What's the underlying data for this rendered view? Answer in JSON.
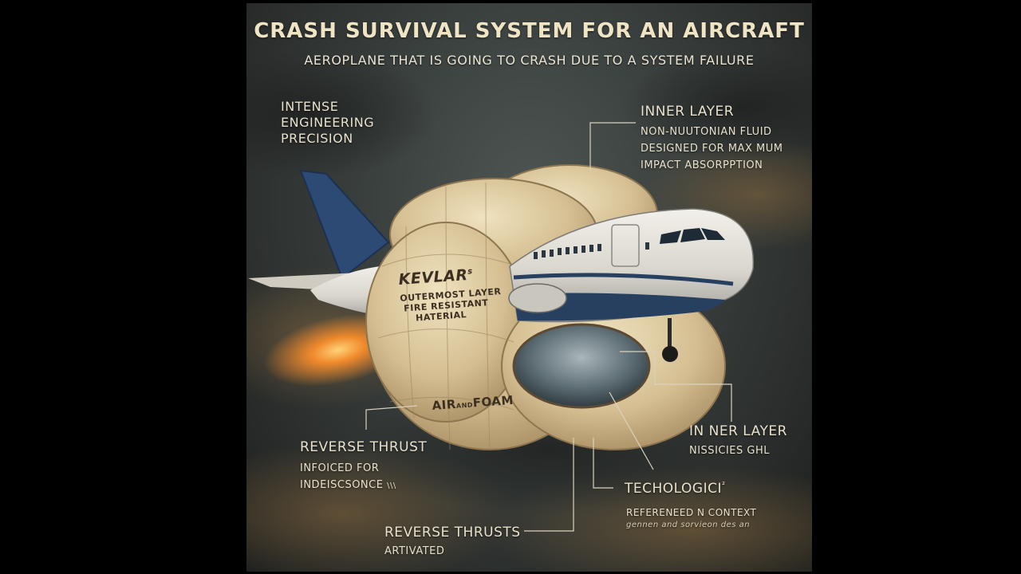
{
  "title": "CRASH SURVIVAL SYSTEM FOR AN AIRCRAFT",
  "subtitle": "AEROPLANE THAT IS GOING TO CRASH DUE TO A SYSTEM FAILURE",
  "labels": {
    "intense": [
      "INTENSE",
      "ENGINEERING",
      "PRECISION"
    ],
    "inner_top": {
      "heading": "INNER LAYER",
      "lines": [
        "NON-NUUTONIAN FLUID",
        "DESIGNED FOR MAX MUM",
        "IMPACT ABSORPPTION"
      ]
    },
    "kevlar": {
      "heading": "KEVLAR",
      "mark": "s",
      "lines": [
        "OUTERMOST LAYER",
        "FIRE RESISTANT",
        "HATERIAL"
      ]
    },
    "air_foam": {
      "left": "AIR",
      "middle": "AND",
      "right": "FOAM"
    },
    "inner_right": {
      "heading": "IN NER LAYER",
      "line": "NISSICIES GHL"
    },
    "reverse_thrust": {
      "heading": "REVERSE THRUST",
      "lines": [
        "INFOICED FOR",
        "INDEISCSONCE"
      ],
      "mark": "\\\\\\"
    },
    "technologic": {
      "heading": "TECHOLOGICI",
      "mark": "²"
    },
    "referenced": {
      "heading": "REFERENEED N CONTEXT",
      "line": "gennen and sorvieon des an"
    },
    "reverse_thrusts": {
      "heading": "REVERSE THRUSTS",
      "line": "ARTIVATED"
    }
  },
  "colors": {
    "background": "#000000",
    "sky": "#3a403e",
    "airbag": "#d9c49a",
    "fuselage_stripe": "#27405f",
    "tail": "#2c4a74",
    "text": "#e9e1cc"
  }
}
